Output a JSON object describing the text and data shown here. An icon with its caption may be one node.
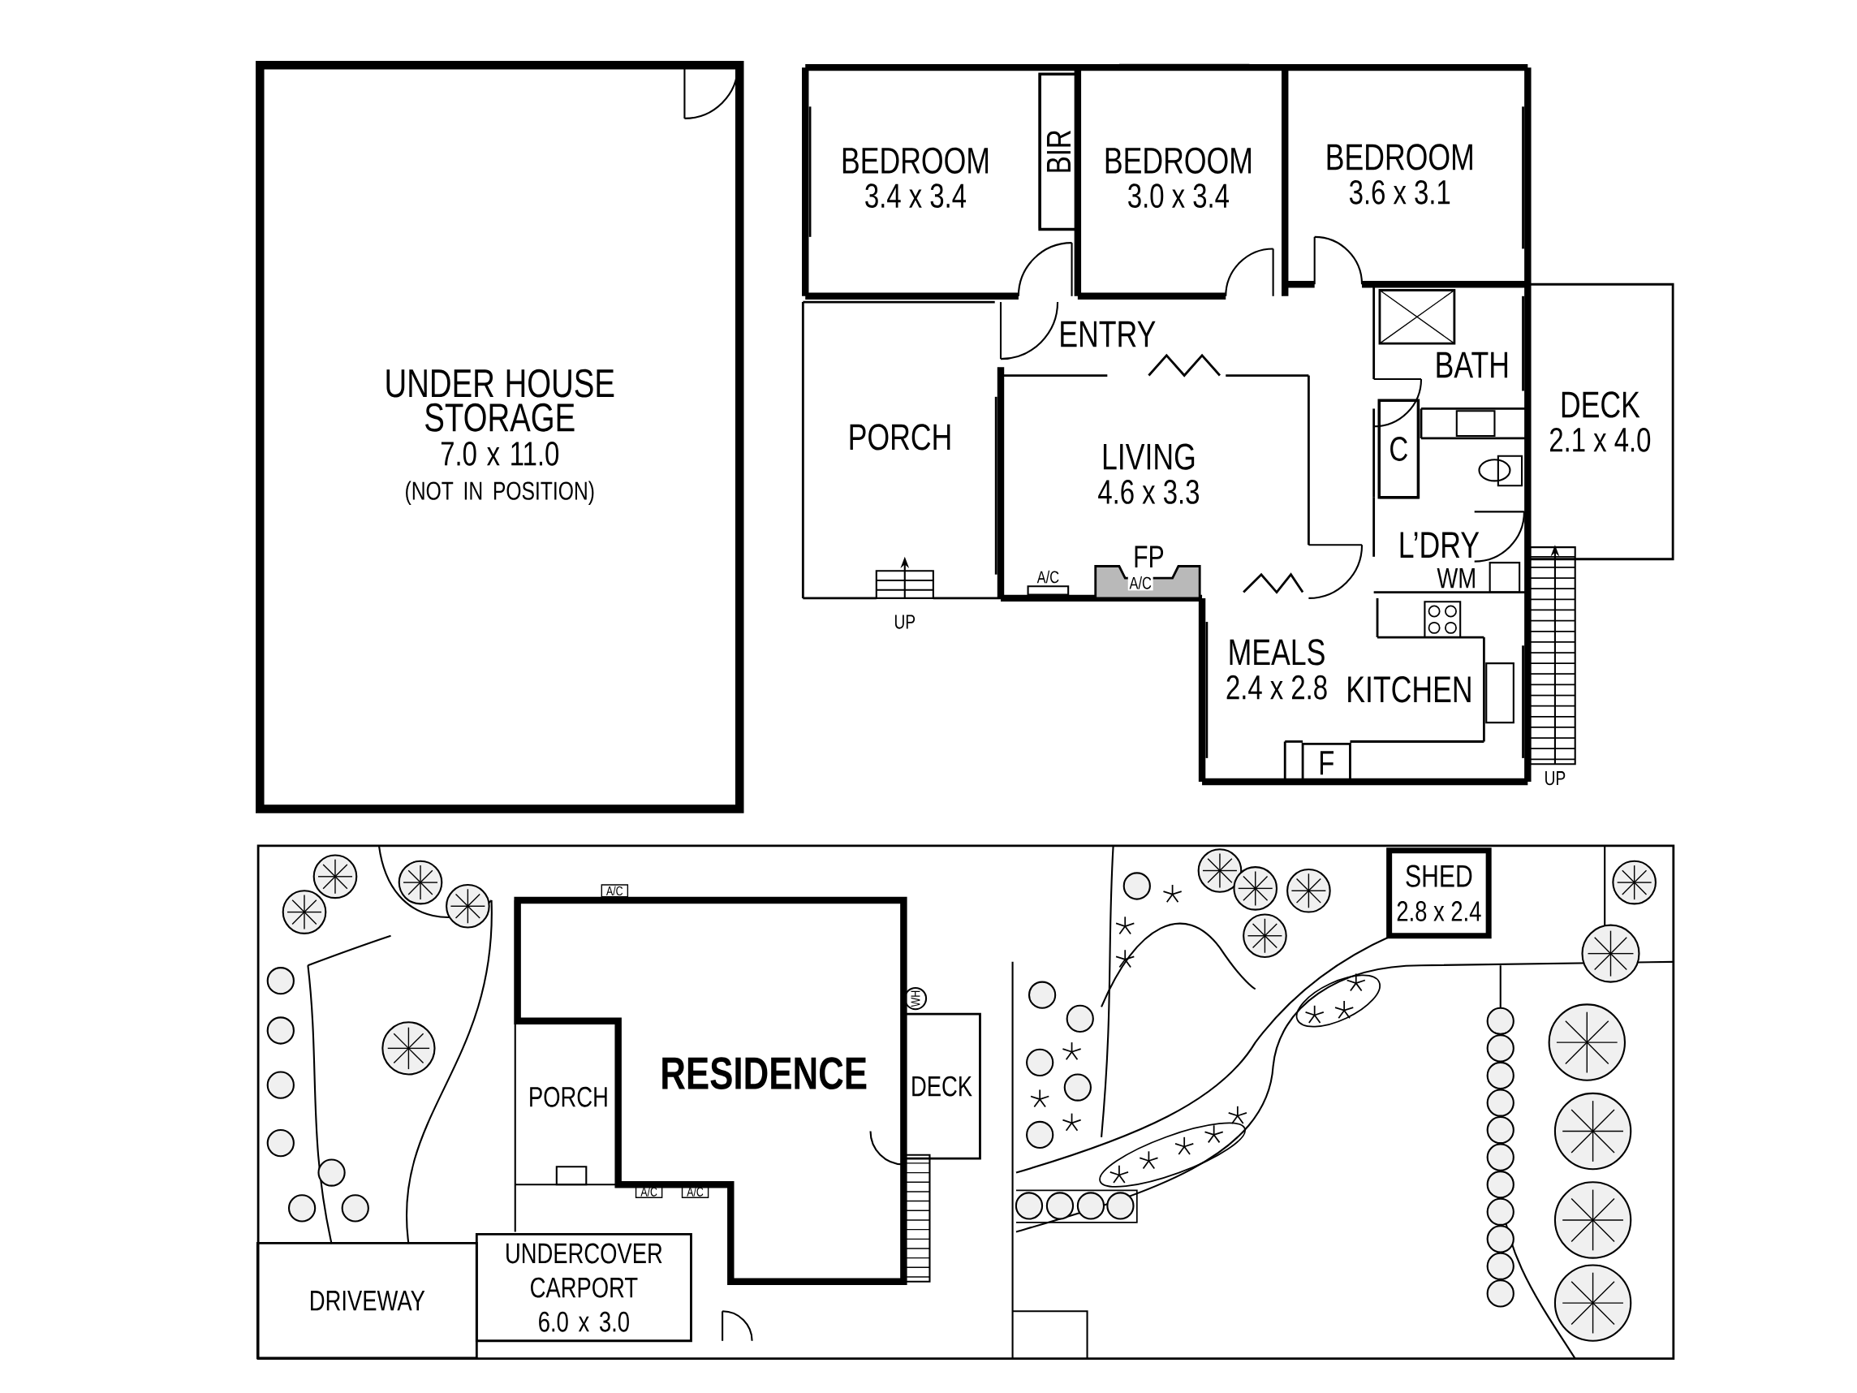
{
  "diagram": {
    "nodes": [
      {
        "text": [
          "UNDER HOUSE STORAGE",
          "7.0 x 11.0",
          "(NOT IN POSITION)"
        ]
      },
      {
        "text": [
          "BEDROOM",
          "3.4 x 3.4"
        ]
      },
      {
        "text": [
          "BIR"
        ]
      },
      {
        "text": [
          "BEDROOM",
          "3.0 x 3.4"
        ]
      },
      {
        "text": [
          "BEDROOM",
          "3.6 x 3.1"
        ]
      },
      {
        "text": [
          "ENTRY"
        ]
      },
      {
        "text": [
          "BATH"
        ]
      },
      {
        "text": [
          "PORCH"
        ]
      },
      {
        "text": [
          "DECK",
          "2.1 x 4.0"
        ]
      },
      {
        "text": [
          "C"
        ]
      },
      {
        "text": [
          "LIVING",
          "4.6 x 3.3"
        ]
      },
      {
        "text": [
          "L’DRY"
        ]
      },
      {
        "text": [
          "MEALS",
          "2.4 x 2.8"
        ]
      },
      {
        "text": [
          "KITCHEN"
        ]
      },
      {
        "text": [
          "F"
        ]
      },
      {
        "text": [
          "SHED",
          "2.8 x 2.4"
        ]
      },
      {
        "text": [
          "RESIDENCE"
        ]
      },
      {
        "text": [
          "PORCH"
        ]
      },
      {
        "text": [
          "DECK"
        ]
      },
      {
        "text": [
          "UNDERCOVER CARPORT",
          "6.0 x 3.0"
        ]
      },
      {
        "text": [
          "DRIVEWAY"
        ]
      }
    ],
    "labels": [
      "FP",
      "A/C",
      "A/C",
      "WM",
      "UP",
      "UP",
      "A/C",
      "WH",
      "A/C",
      "A/C"
    ]
  }
}
